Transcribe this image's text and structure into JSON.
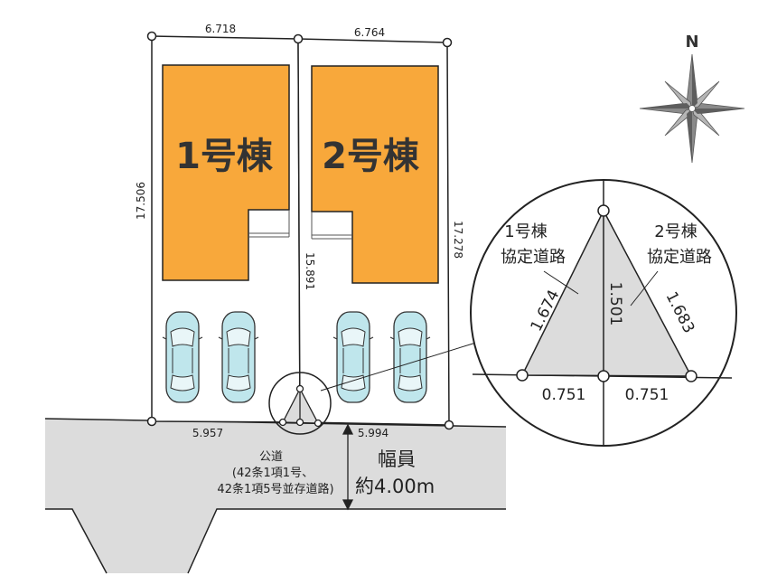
{
  "compass": {
    "north_label": "N"
  },
  "lots": {
    "lot1": {
      "name": "1号棟"
    },
    "lot2": {
      "name": "2号棟"
    }
  },
  "dimensions": {
    "top_left": "6.718",
    "top_right": "6.764",
    "left_side": "17.506",
    "middle": "15.891",
    "right_side": "17.278",
    "bottom_left": "5.957",
    "bottom_right": "5.994"
  },
  "road": {
    "name": "公道",
    "detail_1": "(42条1項1号、",
    "detail_2": "42条1項5号並存道路)",
    "width_label": "幅員",
    "width_value": "約4.00m"
  },
  "inset": {
    "lot1_label_1": "1号棟",
    "lot1_label_2": "協定道路",
    "lot2_label_1": "2号棟",
    "lot2_label_2": "協定道路",
    "left_side": "1.674",
    "center": "1.501",
    "right_side": "1.683",
    "base_left": "0.751",
    "base_right": "0.751"
  },
  "colors": {
    "building": "#F8A83B",
    "car_body": "#BFE6EC",
    "road": "#DCDCDC",
    "triangle": "#DCDCDC"
  }
}
